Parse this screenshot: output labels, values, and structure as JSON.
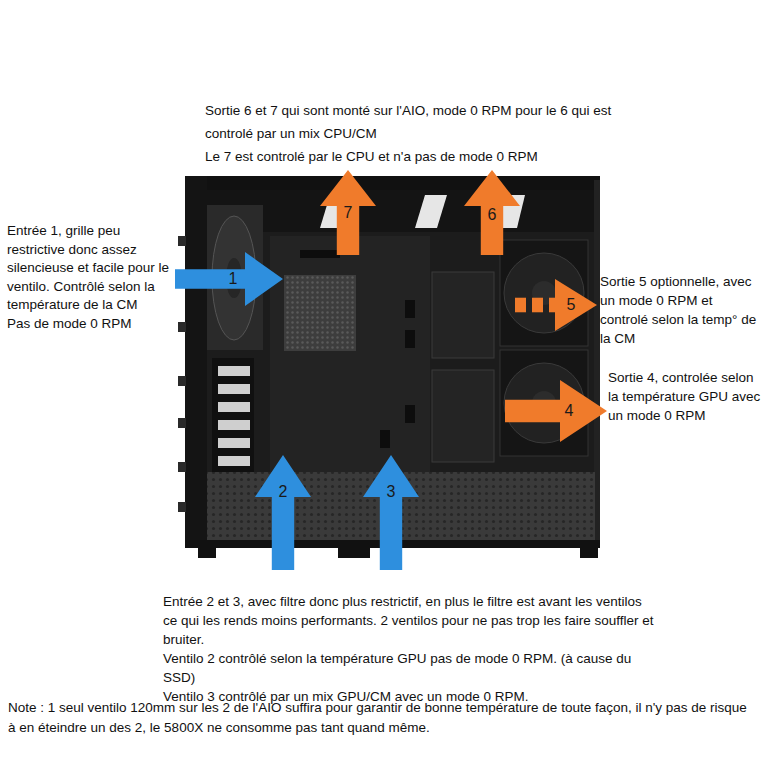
{
  "diagram": {
    "nodes": [
      {
        "text": [
          "7"
        ]
      },
      {
        "text": [
          "6"
        ]
      },
      {
        "text": [
          "1"
        ]
      },
      {
        "text": [
          "5"
        ]
      },
      {
        "text": [
          "4"
        ]
      },
      {
        "text": [
          "2"
        ]
      },
      {
        "text": [
          "3"
        ]
      }
    ],
    "labels": [
      "Sortie 6 et 7 qui sont monté sur l'AIO, mode 0 RPM pour le 6 qui est controlé par un mix CPU/CM",
      "Le 7 est controlé par le CPU et n'a pas de mode 0 RPM",
      "Entrée 1, grille peu restrictive donc assez silencieuse et facile pour le ventilo. Contrôlé selon la température de la CM",
      "Pas de mode 0 RPM",
      "Sortie 5 optionnelle, avec un mode 0 RPM et controlé selon la temp° de la CM",
      "Sortie 4, controlée selon la température GPU avec un mode 0 RPM",
      "Entrée 2 et 3, avec filtre donc plus restrictif, en plus le filtre est avant les ventilos ce qui les rends moins performants. 2 ventilos pour ne pas trop les faire souffler et bruiter.",
      "Ventilo 2 contrôlé selon la température GPU pas de mode 0 RPM. (à cause du SSD)",
      "Ventilo 3 contrôlé par un mix GPU/CM avec un mode 0 RPM.",
      "Note : 1 seul ventilo 120mm sur les 2 de l'AIO suffira pour garantir de bonne température de toute façon, il n'y pas de risque à en éteindre un des 2, le 5800X ne consomme pas tant quand même."
    ]
  }
}
